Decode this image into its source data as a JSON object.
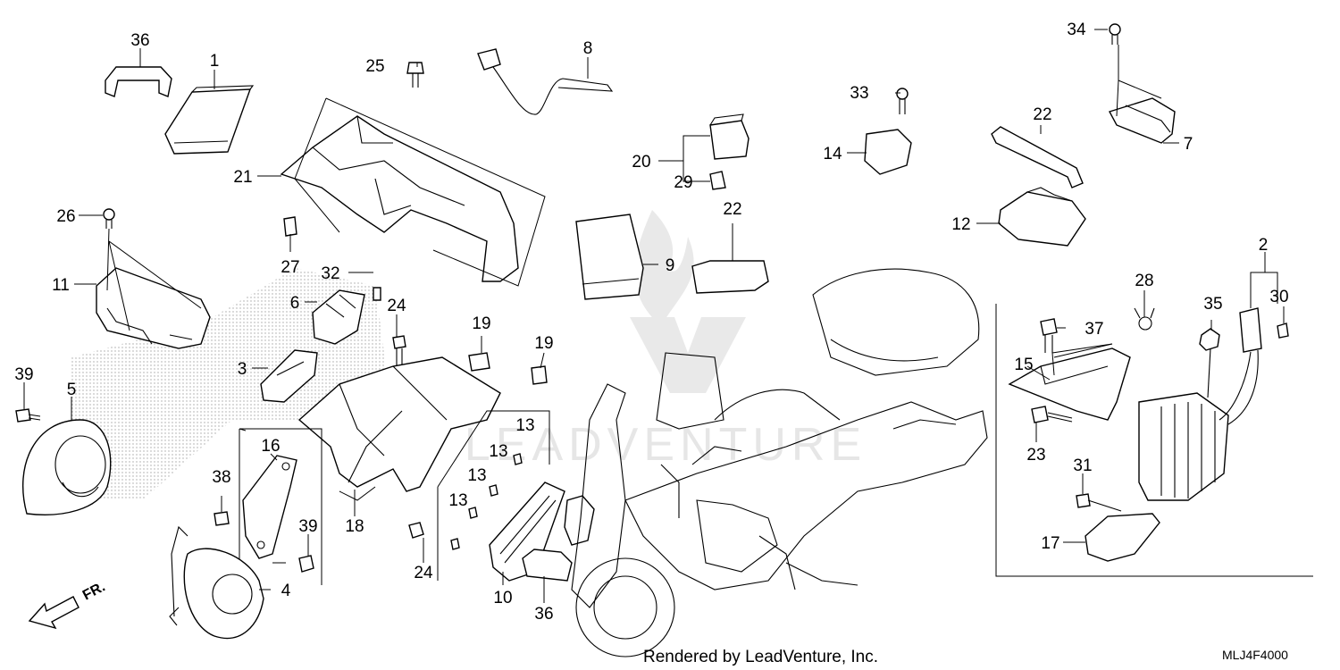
{
  "diagram": {
    "part_numbers": {
      "p1": "1",
      "p2": "2",
      "p3": "3",
      "p4": "4",
      "p5": "5",
      "p6": "6",
      "p7": "7",
      "p8": "8",
      "p9": "9",
      "p10": "10",
      "p11": "11",
      "p12": "12",
      "p13": "13",
      "p14": "14",
      "p15": "15",
      "p16": "16",
      "p17": "17",
      "p18": "18",
      "p19": "19",
      "p20": "20",
      "p21": "21",
      "p22": "22",
      "p23": "23",
      "p24": "24",
      "p25": "25",
      "p26": "26",
      "p27": "27",
      "p28": "28",
      "p29": "29",
      "p30": "30",
      "p31": "31",
      "p32": "32",
      "p33": "33",
      "p34": "34",
      "p35": "35",
      "p36": "36",
      "p37": "37",
      "p38": "38",
      "p39": "39"
    },
    "direction_label": "FR.",
    "watermark_text": "LEADVENTURE",
    "footer_credit": "Rendered by LeadVenture, Inc.",
    "diagram_code": "MLJ4F4000"
  }
}
